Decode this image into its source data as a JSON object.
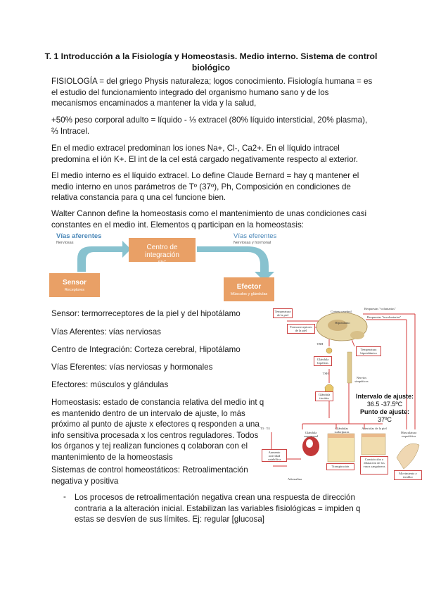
{
  "title": "T. 1 Introducción a la Fisiología y Homeostasis. Medio interno. Sistema de control biológico",
  "paragraphs": {
    "p1": "FISIOLOGÍA = del griego Physis naturaleza; logos conocimiento. Fisiología humana = es el estudio del funcionamiento integrado del organismo humano sano y de los mecanismos encaminados a mantener la vida y la salud,",
    "p2": "+50% peso corporal adulto = líquido - ⅓ extracel (80% líquido intersticial, 20% plasma), ⅔ Intracel.",
    "p3": "En el medio extracel predominan los iones Na+, Cl-, Ca2+. En el líquido intracel predomina el ión K+. El int de la cel está cargado negativamente respecto al exterior.",
    "p4": "El medio interno es el líquido extracel. Lo define Claude Bernard = hay q mantener el medio interno en unos parámetros de Tº (37º), Ph, Composición en condiciones de relativa constancia para q una cel funcione bien.",
    "p5": "Walter Cannon define la homeostasis como el mantenimiento de unas condiciones casi constantes en el medio int. Elementos q participan en la homeostasis:",
    "sensor": "Sensor: termorreceptores de la piel y del hipotálamo",
    "aferentes": "Vías Aferentes: vías nerviosas",
    "centro": "Centro de Integración: Corteza cerebral, Hipotálamo",
    "eferentes": "Vías Eferentes: vías nerviosas y hormonales",
    "efectores": "Efectores: músculos y glándulas",
    "homeostasis": "Homeostasis: estado de constancia relativa del medio int q es mantenido dentro de un intervalo de ajuste, lo más próximo al punto de ajuste x efectores q responden a una info sensitiva procesada x los centros reguladores. Todos los órganos y tej realizan funciones q colaboran con el mantenimiento de la homeostasis",
    "sistemas": "Sistemas de control homeostáticos: Retroalimentación negativa y positiva",
    "bullet_dash": "-",
    "bullet": "Los procesos de retroalimentación negativa crean una respuesta de dirección contraria a la alteración inicial. Estabilizan las variables fisiológicas = impiden q estas se desvíen de sus límites. Ej: regular [glucosa]"
  },
  "diagram": {
    "vias_aferentes": "Vías aferentes",
    "vias_aferentes_sub": "Nerviosas",
    "vias_eferentes": "Vías eferentes",
    "vias_eferentes_sub": "Nerviosas y hormonal",
    "centro": "Centro de integración",
    "centro_sub": "SNC",
    "sensor": "Sensor",
    "sensor_sub": "Receptores",
    "efector": "Efector",
    "efector_sub": "Músculos y glándulas",
    "colors": {
      "box": "#e9a066",
      "arrow": "#88c2cf",
      "label": "#4a87b8"
    }
  },
  "figure": {
    "respuestas_voluntarias": "Respuestas \"voluntarias\"",
    "respuestas_involuntarias": "Respuestas \"involuntarias\"",
    "corteza": "Corteza cerebral",
    "hipotalamo": "Hipotálamo",
    "temp_piel": "Temperatura de la piel",
    "termorreceptores": "Termorreceptores de la piel",
    "trh": "TRH",
    "glandula_hipofisis": "Glándula hipófisis",
    "temp_hipotalamo": "Temperatura hipotalámica",
    "tsh": "TSH",
    "nervios": "Nervios simpáticos",
    "glandula_tiroides": "Glándula tiroides",
    "intervalo_label": "Intervalo de ajuste:",
    "intervalo_value": "36.5 -37.5ºC",
    "punto_label": "Punto de ajuste:",
    "punto_value": "37ºC",
    "t3t4": "T3 · T4",
    "glandulas_sudoriparas": "Glándulas sudoríparas",
    "arteriolas": "Arteriolas de la piel",
    "musculatura": "Musculatura esquelética",
    "glandula_suprarrenal": "Glándula suprarrenal",
    "aumento_actividad": "Aumento actividad catabólica",
    "adrenalina": "Adrenalina",
    "transpiracion": "Transpiración",
    "constriccion": "Constricción o dilatación de los vasos sanguíneos",
    "movimiento": "Movimiento y temblor"
  }
}
